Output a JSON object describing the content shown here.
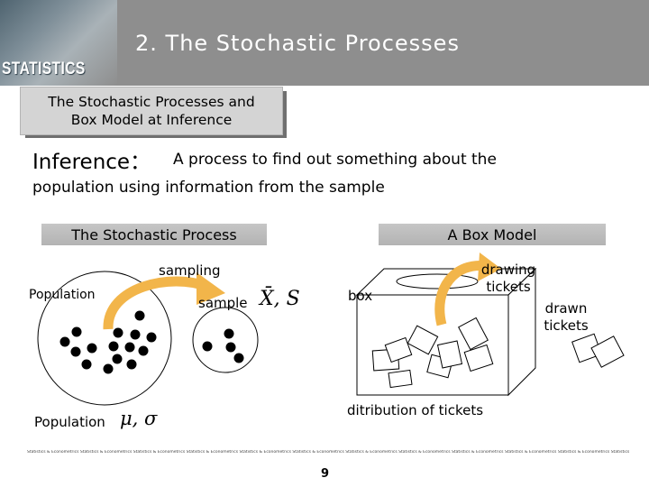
{
  "header": {
    "logo_text": "STATISTICS",
    "title": "2.  The Stochastic Processes"
  },
  "tab": {
    "line1": "The Stochastic Processes and",
    "line2": "Box Model at Inference"
  },
  "inference": {
    "term": "Inference：",
    "definition_line1": "A process to find out something about the",
    "definition_line2": "population using information from the sample"
  },
  "left_panel": {
    "header": "The Stochastic Process",
    "sampling_label": "sampling",
    "population_label_top": "Population",
    "sample_label": "sample",
    "sample_stats": "X̄, S",
    "population_label_bottom": "Population",
    "population_params": "μ, σ"
  },
  "right_panel": {
    "header": "A Box Model",
    "drawing_tickets_line1": "drawing",
    "drawing_tickets_line2": "tickets",
    "box_label": "box",
    "drawn_tickets_line1": "drawn",
    "drawn_tickets_line2": "tickets",
    "distribution_label": "ditribution of tickets"
  },
  "footer": {
    "repeated_text": "Statistics & Econometrics Statistics & Econometrics Statistics & Econometrics Statistics & Econometrics Statistics & Econometrics Statistics & Econometrics Statistics & Econometrics Statistics & Econometrics Statistics & Econometrics Statistics & Econometrics Statistics & Econometrics Statistics & Econometrics Statistics & Econometrics",
    "page_number": "9"
  },
  "colors": {
    "header_bg": "#8e8e8e",
    "arrow": "#f2b54a",
    "tab_bg": "#d4d4d4",
    "panel_header_bg": "#bdbdbd"
  }
}
